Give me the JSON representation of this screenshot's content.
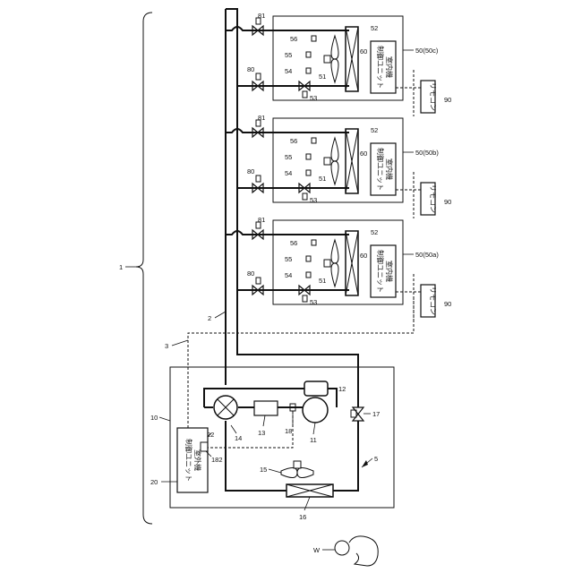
{
  "figure": {
    "system_ref": "1",
    "refrigerant_pipe_ref": "2",
    "signal_line_ref": "3",
    "outdoor_unit": {
      "ref": "10",
      "circuit_ref": "5",
      "compressor_ref": "11",
      "accumulator_ref": "12",
      "dryer_ref": "13",
      "four_way_valve_ref": "14",
      "fan_ref": "15",
      "heat_exchanger_ref": "16",
      "expansion_valve_ref": "17",
      "sensor_ref": "18",
      "sensor_line_ref": "22",
      "sensor_terminal_ref": "182",
      "controller_ref": "20",
      "controller_text": [
        "室外機",
        "制御ユニット"
      ]
    },
    "indoor_unit_common": {
      "fan_motor_ref": "51",
      "heat_exchanger_ref": "52",
      "valve_ref": "53",
      "sensor_a_ref": "54",
      "sensor_b_ref": "55",
      "sensor_c_ref": "56",
      "controller_ref": "60",
      "controller_text": [
        "室内機",
        "制御ユニット"
      ],
      "valve_80_ref": "80",
      "valve_81_ref": "81",
      "remote_ref": "90",
      "remote_text": "リモコン"
    },
    "indoor_units": [
      {
        "id": "50(50c)"
      },
      {
        "id": "50(50b)"
      },
      {
        "id": "50(50a)"
      }
    ],
    "user_ref": "W"
  }
}
